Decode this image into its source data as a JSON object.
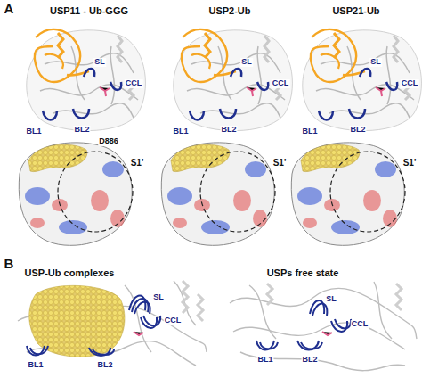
{
  "diagram": {
    "labels": [
      "A",
      "USP11 - Ub-GGG",
      "USP2-Ub",
      "USP21-Ub",
      "SL",
      "CCL",
      "BL1",
      "BL2",
      "SL",
      "CCL",
      "BL1",
      "BL2",
      "SL",
      "CCL",
      "BL1",
      "BL2",
      "D886",
      "S1'",
      "S1'",
      "S1'",
      "B",
      "USP-Ub complexes",
      "USPs free state",
      "SL",
      "CCL",
      "BL1",
      "BL2",
      "SL",
      "CCL",
      "BL1",
      "BL2"
    ]
  }
}
